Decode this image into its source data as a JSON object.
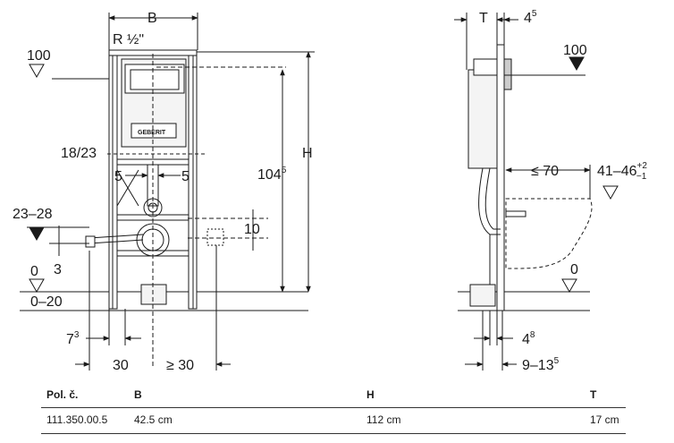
{
  "labels": {
    "B": "B",
    "R": "R ½ʺ",
    "l100_left": "100",
    "l100_right": "100",
    "l18_23": "18/23",
    "l5_left": "5",
    "l5_right": "5",
    "l23_28": "23–28",
    "l3": "3",
    "l0_left": "0",
    "l0_20": "0–20",
    "l10": "10",
    "l104": "104",
    "l104_sup": "5",
    "H": "H",
    "l7": "7",
    "l7_sup": "3",
    "l30": "30",
    "lge30": "≥ 30",
    "T": "T",
    "l4_top": "4",
    "l4_top_sup": "5",
    "l70": "≤ 70",
    "l41": "41–46",
    "l41_sup": "+2",
    "l41_sub": "−1",
    "l0_right": "0",
    "l4_bot": "4",
    "l4_bot_sup": "8",
    "l9_13": "9–13",
    "l9_13_sup": "5",
    "brand": "GEBERIT"
  },
  "table": {
    "headers": [
      "Pol. č.",
      "B",
      "H",
      "T"
    ],
    "rows": [
      [
        "111.350.00.5",
        "42.5 cm",
        "112 cm",
        "17 cm"
      ]
    ]
  }
}
